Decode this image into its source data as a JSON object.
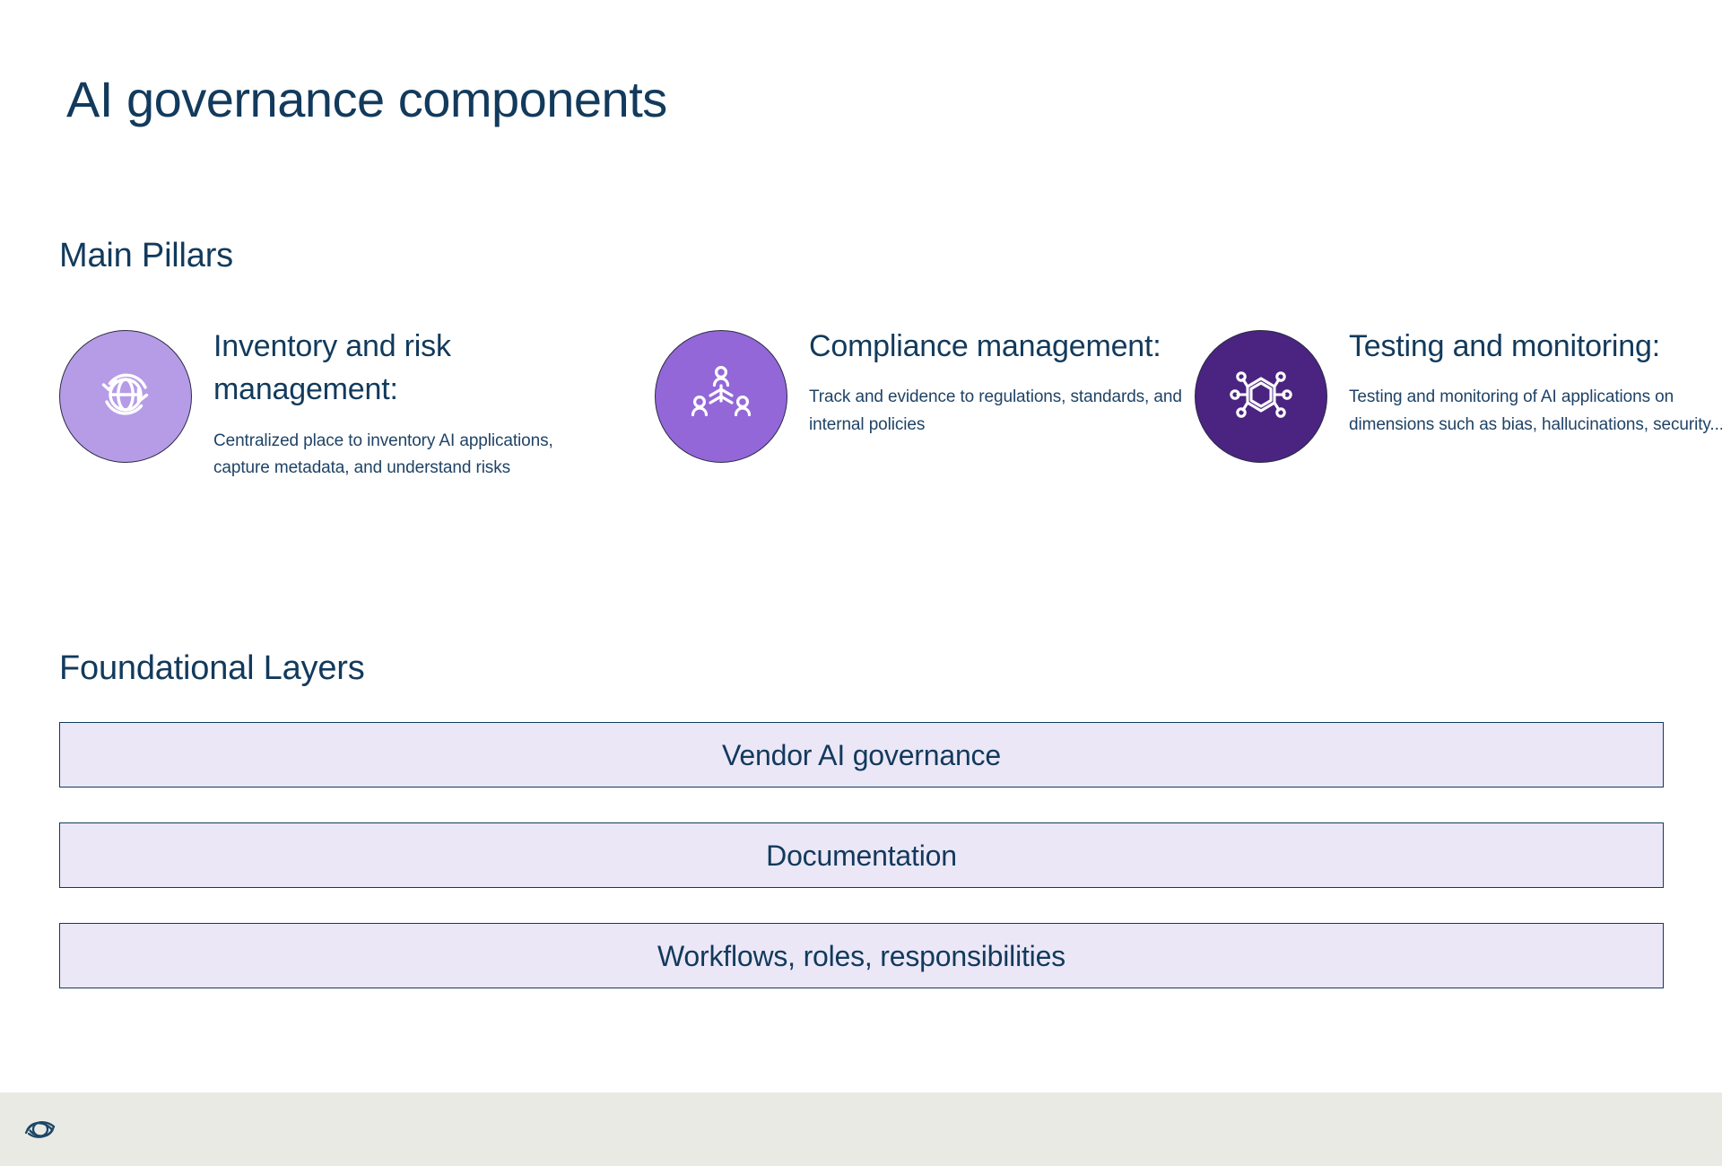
{
  "slide": {
    "title": "AI governance components",
    "background_color": "#ffffff",
    "text_color": "#123a5c"
  },
  "sections": {
    "pillars_heading": "Main Pillars",
    "layers_heading": "Foundational Layers"
  },
  "pillars": [
    {
      "icon": "globe-refresh-icon",
      "circle_color": "#b69ce6",
      "title": "Inventory and risk management:",
      "description": "Centralized place to inventory AI applications, capture metadata, and understand risks"
    },
    {
      "icon": "people-network-icon",
      "circle_color": "#9367d8",
      "title": "Compliance management:",
      "description": "Track and evidence to regulations, standards, and internal policies"
    },
    {
      "icon": "hexagon-molecule-icon",
      "circle_color": "#4a2480",
      "title": "Testing and monitoring:",
      "description": "Testing and monitoring of AI applications on dimensions such as bias, hallucinations, security..."
    }
  ],
  "foundational_layers": [
    {
      "label": "Vendor AI governance"
    },
    {
      "label": "Documentation"
    },
    {
      "label": "Workflows, roles, responsibilities"
    }
  ],
  "footer": {
    "logo": "credo-eye-logo",
    "background_color": "#eaeae5",
    "logo_color": "#1d4768"
  }
}
